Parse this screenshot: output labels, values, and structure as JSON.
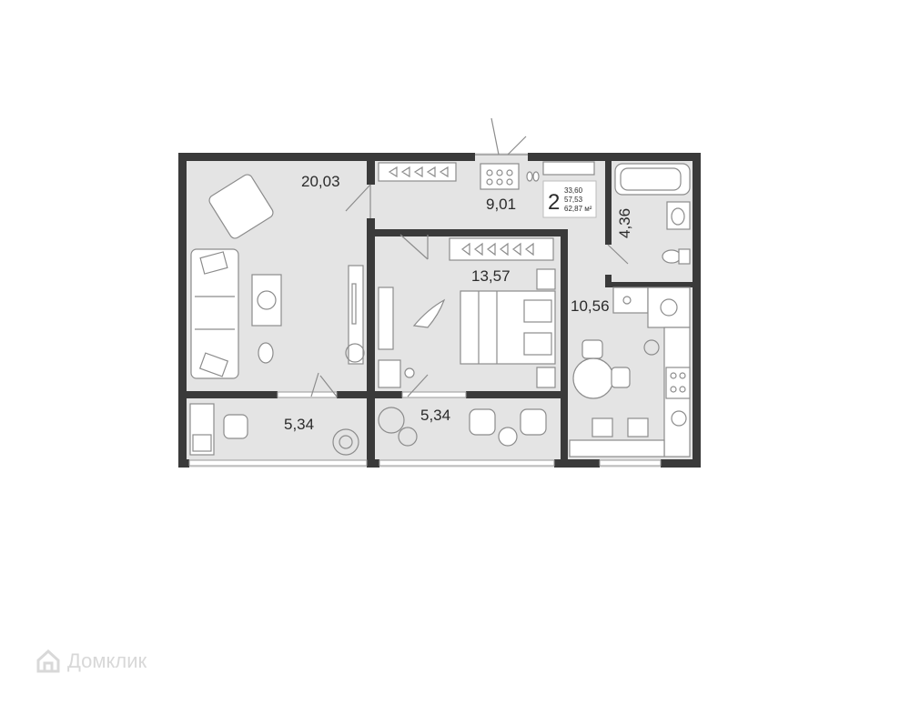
{
  "rooms": {
    "living": "20,03",
    "hall": "9,01",
    "bedroom": "13,57",
    "kitchen": "10,56",
    "bathroom": "4,36",
    "balcony_left": "5,34",
    "balcony_right": "5,34"
  },
  "badge": {
    "rooms_count": "2",
    "living_area": "33,60",
    "total_area": "57,53",
    "area_with_balconies": "62,87 м²"
  },
  "watermark": {
    "text": "Домклик",
    "icon": "house-logo-icon"
  },
  "colors": {
    "wall": "#3a3a3a",
    "floor": "#e4e4e4",
    "furniture_stroke": "#8c8c8c"
  }
}
